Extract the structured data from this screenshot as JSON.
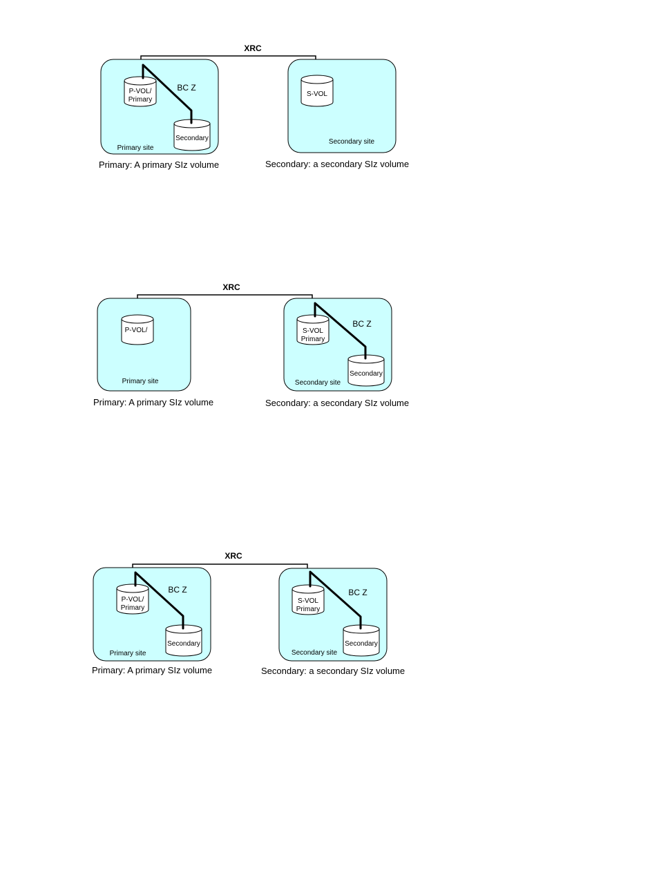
{
  "diagrams": [
    {
      "link_label": "XRC",
      "bc_label": "BC Z",
      "primary_volume": [
        "P-VOL/",
        "Primary"
      ],
      "primary_secondary": "Secondary",
      "primary_site": "Primary site",
      "remote_volume": [
        "S-VOL"
      ],
      "remote_site": "Secondary site",
      "primary_caption": "Primary: A primary  SIz volume",
      "secondary_caption": "Secondary:  a secondary  SIz volume"
    },
    {
      "link_label": "XRC",
      "bc_label": "BC Z",
      "primary_volume": [
        "P-VOL/"
      ],
      "primary_site": "Primary site",
      "remote_volume": [
        "S-VOL",
        "Primary"
      ],
      "remote_secondary": "Secondary",
      "remote_site": "Secondary site",
      "primary_caption": "Primary: A primary  SIz volume",
      "secondary_caption": "Secondary:  a secondary  SIz volume"
    },
    {
      "link_label": "XRC",
      "bc_label_primary": "BC Z",
      "bc_label_remote": "BC Z",
      "primary_volume": [
        "P-VOL/",
        "Primary"
      ],
      "primary_secondary": "Secondary",
      "primary_site": "Primary site",
      "remote_volume": [
        "S-VOL",
        "Primary"
      ],
      "remote_secondary": "Secondary",
      "remote_site": "Secondary site",
      "primary_caption": "Primary: A primary  SIz volume",
      "secondary_caption": "Secondary:  a secondary  SIz volume"
    }
  ]
}
